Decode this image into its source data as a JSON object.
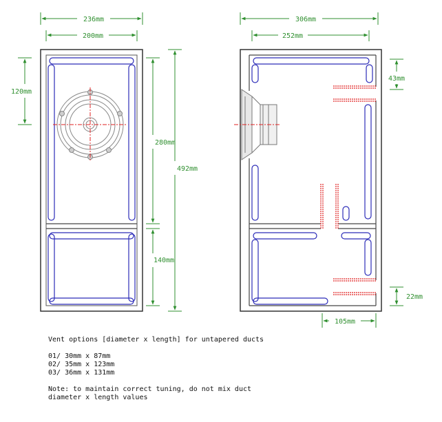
{
  "dimensions": {
    "front_outer_width": "236mm",
    "front_inner_width": "200mm",
    "front_driver_height": "120mm",
    "front_upper_chamber": "280mm",
    "front_total_height": "492mm",
    "front_lower_chamber": "140mm",
    "side_outer_depth": "306mm",
    "side_inner_depth": "252mm",
    "side_top_vent": "43mm",
    "side_bottom_vent": "22mm",
    "side_vent_depth": "105mm"
  },
  "notes": {
    "title": "Vent options [diameter x length] for untapered ducts",
    "option1": "01/ 30mm x 87mm",
    "option2": "02/ 35mm x 123mm",
    "option3": "03/ 36mm x 131mm",
    "note_line1": "Note: to maintain correct tuning, do not mix duct",
    "note_line2": "diameter x length values"
  },
  "colors": {
    "dimension": "#2f8f2f",
    "panel": "#444444",
    "damping": "#2b2bb8",
    "vent": "#e02020",
    "driver": "#888888"
  }
}
